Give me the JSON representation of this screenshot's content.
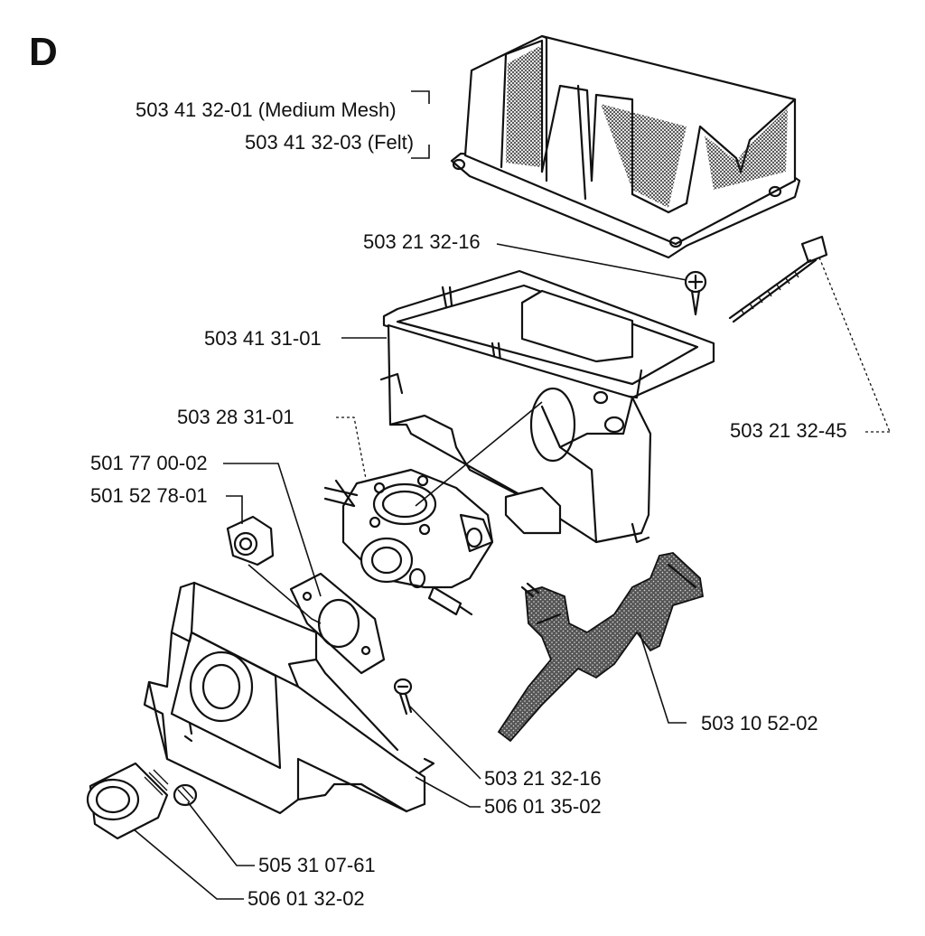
{
  "section": "D",
  "labels": {
    "filter_medium": "503 41 32-01 (Medium Mesh)",
    "filter_felt": "503 41 32-03 (Felt)",
    "screw_top": "503 21 32-16",
    "filter_base": "503 41 31-01",
    "long_screw": "503 21 32-45",
    "carburetor": "503 28 31-01",
    "gasket": "501 77 00-02",
    "nut": "501 52 78-01",
    "throttle_lever": "503 10 52-02",
    "screw_bottom": "503 21 32-16",
    "intake_housing": "506 01 35-02",
    "small_plug": "505 31 07-61",
    "rubber_boot": "506 01 32-02"
  }
}
